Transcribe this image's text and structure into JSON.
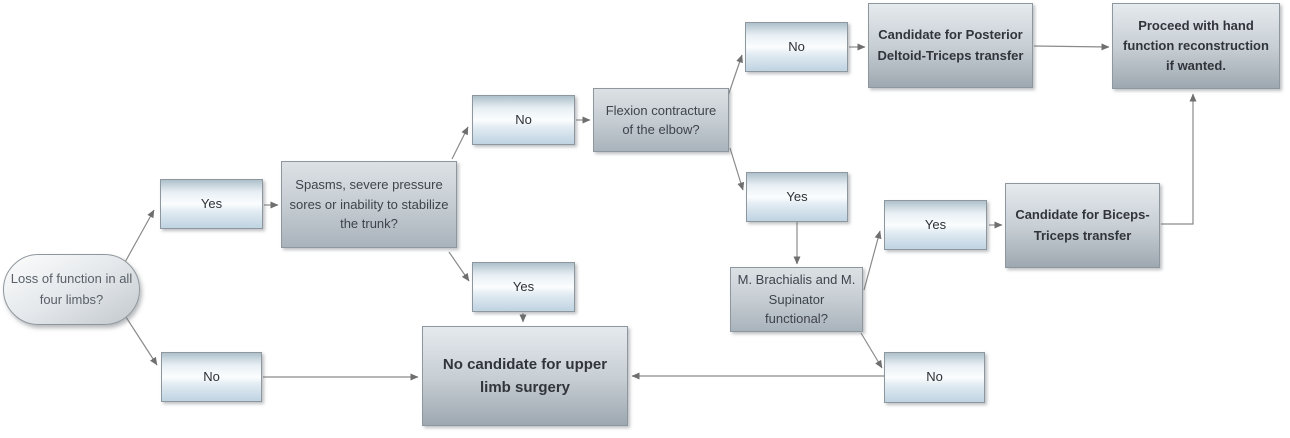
{
  "diagram": {
    "title": "Upper limb surgery decision flowchart",
    "background_color": "#ffffff",
    "line_color": "#8a8a8a",
    "arrow_color": "#6f6f6f",
    "box_border_color": "#8f979e",
    "small_box_bottom_color": "#bfd3e1",
    "question_box_bottom_color": "#a9b3bb"
  },
  "nodes": {
    "start": {
      "label": "Loss of function in all four limbs?",
      "type": "terminator"
    },
    "yes1": {
      "label": "Yes",
      "type": "decision-branch"
    },
    "no1": {
      "label": "No",
      "type": "decision-branch"
    },
    "spasms": {
      "label": "Spasms, severe pressure sores or inability to stabilize the trunk?",
      "type": "question"
    },
    "no2": {
      "label": "No",
      "type": "decision-branch"
    },
    "yes4": {
      "label": "Yes",
      "type": "decision-branch"
    },
    "flexion": {
      "label": "Flexion contracture of the elbow?",
      "type": "question"
    },
    "no3": {
      "label": "No",
      "type": "decision-branch"
    },
    "yes2": {
      "label": "Yes",
      "type": "decision-branch"
    },
    "posterior": {
      "label": "Candidate for Posterior Deltoid-Triceps transfer",
      "type": "outcome"
    },
    "proceed": {
      "label": "Proceed with hand function reconstruction if wanted.",
      "type": "outcome"
    },
    "brachialis": {
      "label": "M. Brachialis and M. Supinator functional?",
      "type": "question"
    },
    "yes3": {
      "label": "Yes",
      "type": "decision-branch"
    },
    "no4": {
      "label": "No",
      "type": "decision-branch"
    },
    "biceps": {
      "label": "Candidate for Biceps-Triceps transfer",
      "type": "outcome"
    },
    "nocandidate": {
      "label": "No candidate for upper limb surgery",
      "type": "outcome"
    }
  },
  "edges": [
    {
      "from": "start",
      "to": "yes1"
    },
    {
      "from": "start",
      "to": "no1"
    },
    {
      "from": "yes1",
      "to": "spasms"
    },
    {
      "from": "spasms",
      "to": "no2"
    },
    {
      "from": "spasms",
      "to": "yes4"
    },
    {
      "from": "no2",
      "to": "flexion"
    },
    {
      "from": "flexion",
      "to": "no3"
    },
    {
      "from": "flexion",
      "to": "yes2"
    },
    {
      "from": "no3",
      "to": "posterior"
    },
    {
      "from": "posterior",
      "to": "proceed"
    },
    {
      "from": "yes2",
      "to": "brachialis"
    },
    {
      "from": "brachialis",
      "to": "yes3"
    },
    {
      "from": "brachialis",
      "to": "no4"
    },
    {
      "from": "yes3",
      "to": "biceps"
    },
    {
      "from": "biceps",
      "to": "proceed"
    },
    {
      "from": "yes4",
      "to": "nocandidate"
    },
    {
      "from": "no1",
      "to": "nocandidate"
    },
    {
      "from": "no4",
      "to": "nocandidate"
    }
  ]
}
